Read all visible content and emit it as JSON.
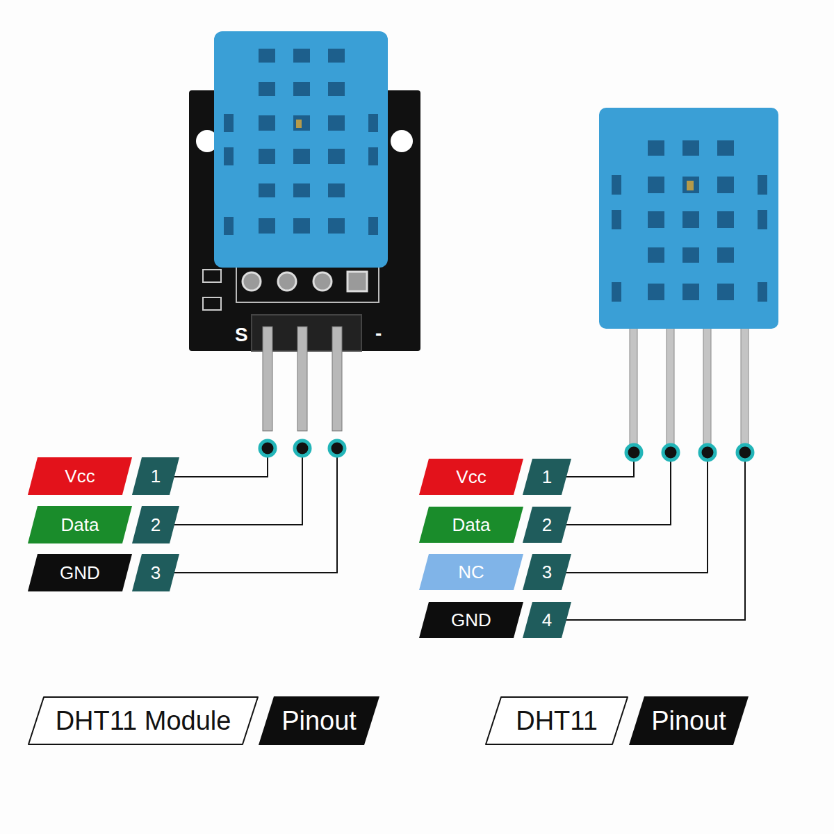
{
  "diagram": {
    "nodes": [
      {
        "text": [
          "Vcc"
        ]
      },
      {
        "text": [
          "1"
        ]
      },
      {
        "text": [
          "Data"
        ]
      },
      {
        "text": [
          "2"
        ]
      },
      {
        "text": [
          "GND"
        ]
      },
      {
        "text": [
          "3"
        ]
      },
      {
        "text": [
          "Vcc"
        ]
      },
      {
        "text": [
          "1"
        ]
      },
      {
        "text": [
          "Data"
        ]
      },
      {
        "text": [
          "2"
        ]
      },
      {
        "text": [
          "NC"
        ]
      },
      {
        "text": [
          "3"
        ]
      },
      {
        "text": [
          "GND"
        ]
      },
      {
        "text": [
          "4"
        ]
      },
      {
        "text": [
          "DHT11 Module"
        ]
      },
      {
        "text": [
          "Pinout"
        ]
      },
      {
        "text": [
          "DHT11"
        ]
      },
      {
        "text": [
          "Pinout"
        ]
      }
    ],
    "labels": [
      "S",
      "-"
    ]
  }
}
